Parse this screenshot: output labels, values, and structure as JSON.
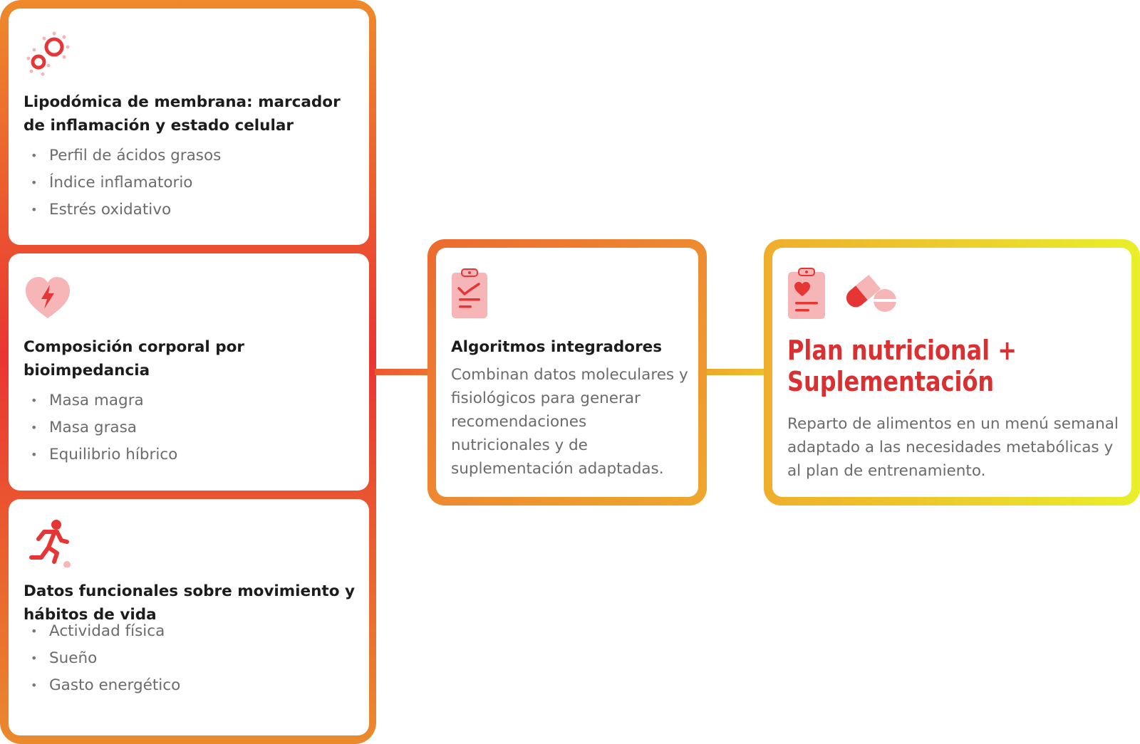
{
  "colors": {
    "accent_red": "#e63535",
    "accent_pink": "#f6b6b8",
    "gradient_orange": "#ee8a2b",
    "gradient_yellow": "#e8f02a",
    "title_red": "#d93131"
  },
  "sources": [
    {
      "icon": "cells-icon",
      "title": "Lipodómica de membrana: marcador de inflamación y estado celular",
      "items": [
        "Perfil de ácidos grasos",
        "Índice inflamatorio",
        "Estrés oxidativo"
      ]
    },
    {
      "icon": "heart-bolt-icon",
      "title": "Composición corporal por bioimpedancia",
      "items": [
        "Masa magra",
        "Masa grasa",
        "Equilibrio híbrico"
      ]
    },
    {
      "icon": "runner-icon",
      "title": "Datos funcionales sobre movimiento y hábitos de vida",
      "items": [
        "Actividad física",
        "Sueño",
        "Gasto energético"
      ]
    }
  ],
  "algorithm": {
    "icon": "clipboard-chart-icon",
    "title": "Algoritmos integradores",
    "description": "Combinan datos moleculares y fisiológicos para generar recomendaciones nutricionales y de suplementación adaptadas."
  },
  "plan": {
    "icons": [
      "clipboard-heart-icon",
      "pills-icon"
    ],
    "title": "Plan nutricional + Suplementación",
    "description": "Reparto de alimentos en un menú semanal adaptado a las necesidades metabólicas y al plan de entrenamiento."
  }
}
